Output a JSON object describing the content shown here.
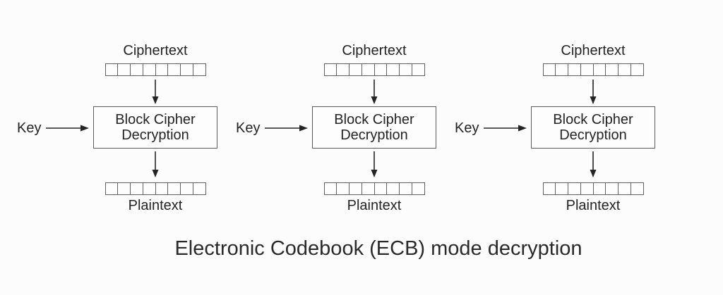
{
  "diagram": {
    "caption": "Electronic Codebook (ECB) mode decryption",
    "block_cells": 8,
    "units": [
      {
        "input_label": "Ciphertext",
        "key_label": "Key",
        "box_line1": "Block Cipher",
        "box_line2": "Decryption",
        "output_label": "Plaintext"
      },
      {
        "input_label": "Ciphertext",
        "key_label": "Key",
        "box_line1": "Block Cipher",
        "box_line2": "Decryption",
        "output_label": "Plaintext"
      },
      {
        "input_label": "Ciphertext",
        "key_label": "Key",
        "box_line1": "Block Cipher",
        "box_line2": "Decryption",
        "output_label": "Plaintext"
      }
    ],
    "colors": {
      "background": "#fcfcfc",
      "border": "#5a5a5a",
      "text": "#242424",
      "arrow": "#242424"
    }
  }
}
